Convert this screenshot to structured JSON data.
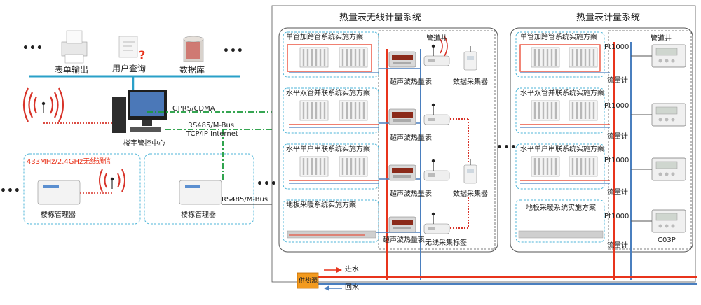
{
  "left": {
    "top_items": [
      "表单输出",
      "用户查询",
      "数据库"
    ],
    "comm_lines": [
      "GPRS/CDMA",
      "RS485/M-Bus",
      "TCP/IP Internet"
    ],
    "center_label": "楼宇管控中心",
    "wireless_label": "433MHz/2.4GHz无线通信",
    "manager_labels": [
      "楼栋管理器",
      "楼栋管理器"
    ],
    "rs485_label": "RS485/M-Bus"
  },
  "wireless_system": {
    "title": "热量表无线计量系统",
    "schemes": [
      "单管加跨管系统实施方案",
      "水平双管并联系统实施方案",
      "水平单户串联系统实施方案",
      "地板采暖系统实施方案"
    ],
    "well_title": "管道井",
    "meters": [
      "超声波热量表",
      "超声波热量表",
      "超声波热量表",
      "超声波热量表"
    ],
    "collectors": [
      "数据采集器",
      "数据采集器"
    ],
    "tag": "无线采集标签"
  },
  "wired_system": {
    "title": "热量表计量系统",
    "schemes": [
      "单管加跨管系统实施方案",
      "水平双管并联系统实施方案",
      "水平单户串联系统实施方案",
      "地板采暖系统实施方案"
    ],
    "well_title": "管道井",
    "sensor_label": "Pt1000",
    "flow_label": "流量计",
    "device_label": "C03P"
  },
  "legend": {
    "heat_source": "供热源",
    "supply": "进水",
    "return": "回水"
  },
  "colors": {
    "supply": "#e8341c",
    "return": "#4a7fbf",
    "frame": "#555555",
    "dashed": "#4fb6d8",
    "green": "#1a9a3a",
    "source": "#f39a1e"
  }
}
